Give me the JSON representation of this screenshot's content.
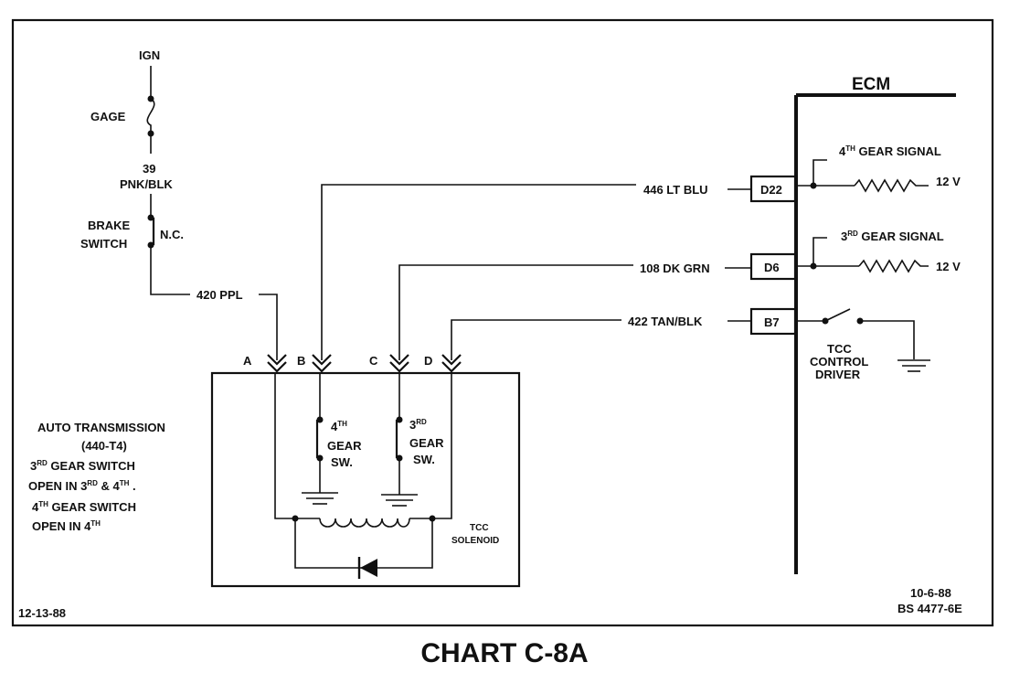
{
  "labels": {
    "ign": "IGN",
    "gage": "GAGE",
    "wire39_num": "39",
    "wire39_color": "PNK/BLK",
    "brake_line1": "BRAKE",
    "brake_line2": "SWITCH",
    "nc": "N.C.",
    "wire420": "420 PPL",
    "wire446": "446  LT BLU",
    "wire108": "108  DK GRN",
    "wire422": "422  TAN/BLK",
    "ecm": "ECM",
    "pin_d22": "D22",
    "pin_d6": "D6",
    "pin_b7": "B7",
    "sig4_pre": "4",
    "sig4_sup": "TH",
    "sig4_post": " GEAR SIGNAL",
    "sig3_pre": "3",
    "sig3_sup": "RD",
    "sig3_post": " GEAR SIGNAL",
    "v12_a": "12 V",
    "v12_b": "12 V",
    "tcc_driver_1": "TCC",
    "tcc_driver_2": "CONTROL",
    "tcc_driver_3": "DRIVER",
    "conn_a": "A",
    "conn_b": "B",
    "conn_c": "C",
    "conn_d": "D",
    "sw4_num": "4",
    "sw4_sup": "TH",
    "sw4_l2": "GEAR",
    "sw4_l3": "SW.",
    "sw3_num": "3",
    "sw3_sup": "RD",
    "sw3_l2": "GEAR",
    "sw3_l3": "SW.",
    "tcc_sol_1": "TCC",
    "tcc_sol_2": "SOLENOID",
    "note_title": "AUTO TRANSMISSION",
    "note_model": "(440-T4)",
    "note_l3_a": "3",
    "note_l3_sup": "RD",
    "note_l3_b": " GEAR SWITCH",
    "note_l4_a": "OPEN IN 3",
    "note_l4_sup1": "RD",
    "note_l4_b": " & 4",
    "note_l4_sup2": "TH",
    "note_l4_c": " .",
    "note_l5_a": "4",
    "note_l5_sup": "TH",
    "note_l5_b": " GEAR SWITCH",
    "note_l6_a": "OPEN IN 4",
    "note_l6_sup": "TH",
    "date_left": "12-13-88",
    "date_right": "10-6-88",
    "doc_code": "BS 4477-6E"
  },
  "caption": "CHART C-8A"
}
